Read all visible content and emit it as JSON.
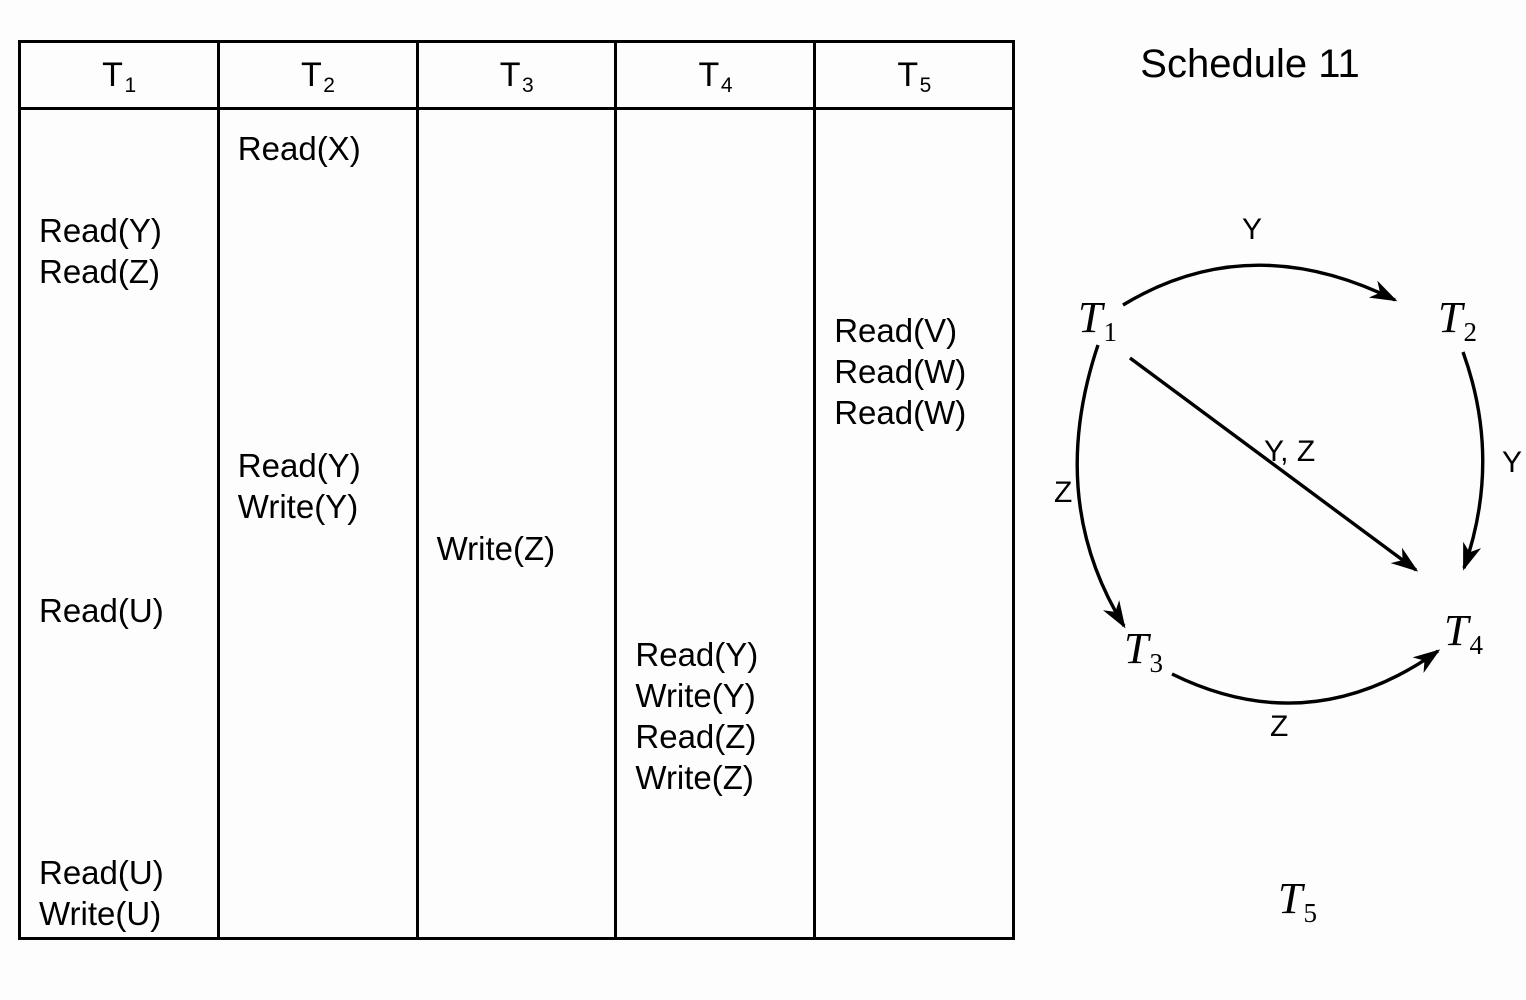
{
  "schedule": {
    "columns": [
      {
        "name": "T1",
        "label": "T",
        "sub": "1"
      },
      {
        "name": "T2",
        "label": "T",
        "sub": "2"
      },
      {
        "name": "T3",
        "label": "T",
        "sub": "3"
      },
      {
        "name": "T4",
        "label": "T",
        "sub": "4"
      },
      {
        "name": "T5",
        "label": "T",
        "sub": "5"
      }
    ],
    "blocks": [
      {
        "column": 0,
        "ops": [
          "Read(Y)",
          "Read(Z)"
        ]
      },
      {
        "column": 0,
        "ops": [
          "Read(U)"
        ]
      },
      {
        "column": 0,
        "ops": [
          "Read(U)",
          "Write(U)"
        ]
      },
      {
        "column": 1,
        "ops": [
          "Read(X)"
        ]
      },
      {
        "column": 1,
        "ops": [
          "Read(Y)",
          "Write(Y)"
        ]
      },
      {
        "column": 2,
        "ops": [
          "Write(Z)"
        ]
      },
      {
        "column": 3,
        "ops": [
          "Read(Y)",
          "Write(Y)",
          "Read(Z)",
          "Write(Z)"
        ]
      },
      {
        "column": 4,
        "ops": [
          "Read(V)",
          "Read(W)",
          "Read(W)"
        ]
      }
    ],
    "block_texts": {
      "t1_top_1": "Read(Y)",
      "t1_top_2": "Read(Z)",
      "t1_mid_1": "Read(U)",
      "t1_bot_1": "Read(U)",
      "t1_bot_2": "Write(U)",
      "t2_top_1": "Read(X)",
      "t2_mid_1": "Read(Y)",
      "t2_mid_2": "Write(Y)",
      "t3_1": "Write(Z)",
      "t4_1": "Read(Y)",
      "t4_2": "Write(Y)",
      "t4_3": "Read(Z)",
      "t4_4": "Write(Z)",
      "t5_1": "Read(V)",
      "t5_2": "Read(W)",
      "t5_3": "Read(W)"
    }
  },
  "graph": {
    "title": "Schedule 11",
    "nodes": [
      {
        "id": "T1",
        "label": "T",
        "sub": "1"
      },
      {
        "id": "T2",
        "label": "T",
        "sub": "2"
      },
      {
        "id": "T3",
        "label": "T",
        "sub": "3"
      },
      {
        "id": "T4",
        "label": "T",
        "sub": "4"
      },
      {
        "id": "T5",
        "label": "T",
        "sub": "5"
      }
    ],
    "node_labels": {
      "t1": "T",
      "t1_sub": "1",
      "t2": "T",
      "t2_sub": "2",
      "t3": "T",
      "t3_sub": "3",
      "t4": "T",
      "t4_sub": "4",
      "t5": "T",
      "t5_sub": "5"
    },
    "edges": [
      {
        "from": "T1",
        "to": "T2",
        "label": "Y"
      },
      {
        "from": "T1",
        "to": "T3",
        "label": "Z"
      },
      {
        "from": "T1",
        "to": "T4",
        "label": "Y, Z"
      },
      {
        "from": "T2",
        "to": "T4",
        "label": "Y"
      },
      {
        "from": "T3",
        "to": "T4",
        "label": "Z"
      }
    ],
    "edge_labels": {
      "t1_t2": "Y",
      "t1_t3": "Z",
      "t1_t4": "Y, Z",
      "t2_t4": "Y",
      "t3_t4": "Z"
    }
  },
  "colors": {
    "ink": "#000000",
    "background": "#fdfdfd"
  }
}
